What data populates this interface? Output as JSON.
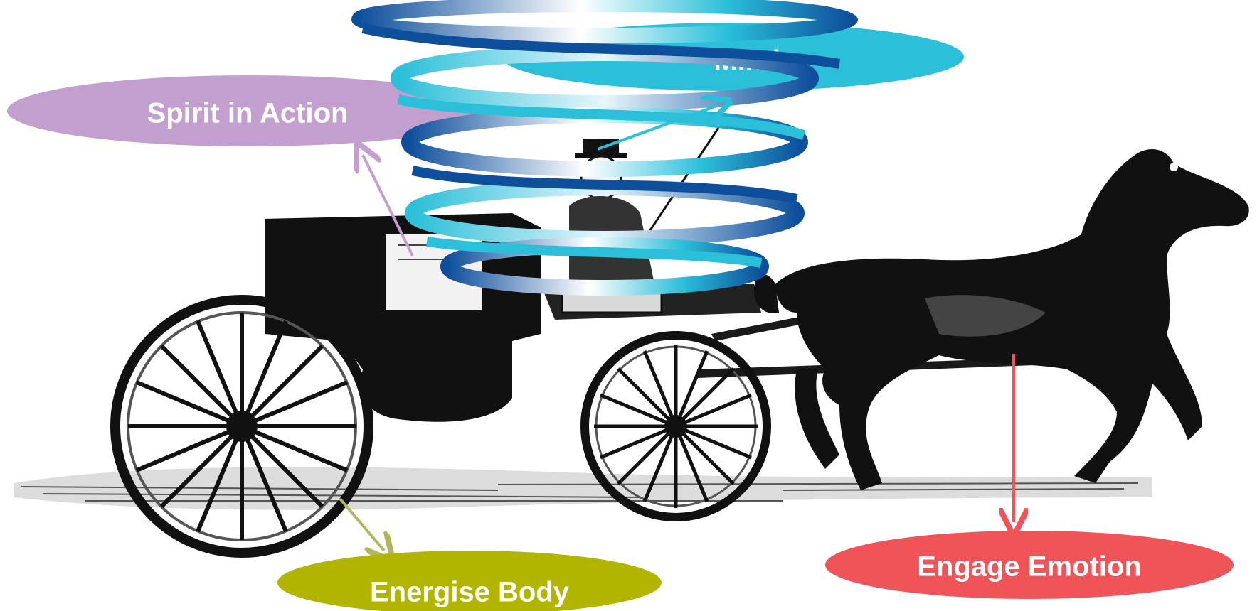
{
  "labels": {
    "spirit": "Spirit in Action",
    "mind": "Mind",
    "body": "Energise Body",
    "emotion": "Engage Emotion"
  },
  "colors": {
    "spirit": "#c39fd0",
    "mind": "#2bbfd9",
    "body": "#b2b500",
    "emotion": "#ef5458",
    "helix_dark": "#0e4f9c",
    "helix_light": "#2bbfd9",
    "ink": "#111111"
  },
  "icons": {
    "illustration": "horse-drawn-carriage-engraving",
    "helix": "double-helix-spiral"
  }
}
